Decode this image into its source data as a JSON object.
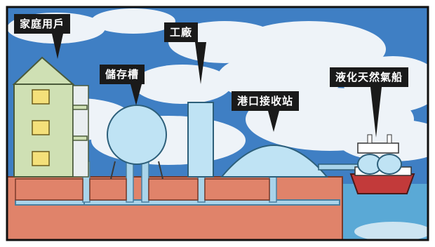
{
  "labels": {
    "home": "家庭用戶",
    "storage": "儲存槽",
    "factory": "工廠",
    "terminal": "港口接收站",
    "ship": "液化天然氣船"
  },
  "colors": {
    "sky": "#3f7fc4",
    "cloud": "#eef3f8",
    "ground": "#e0836a",
    "pipe": "#a9d4ea",
    "sea": "#5aa9d6",
    "building": "#cfe0b4",
    "window": "#f4e07a",
    "hull": "#c23a3a"
  }
}
